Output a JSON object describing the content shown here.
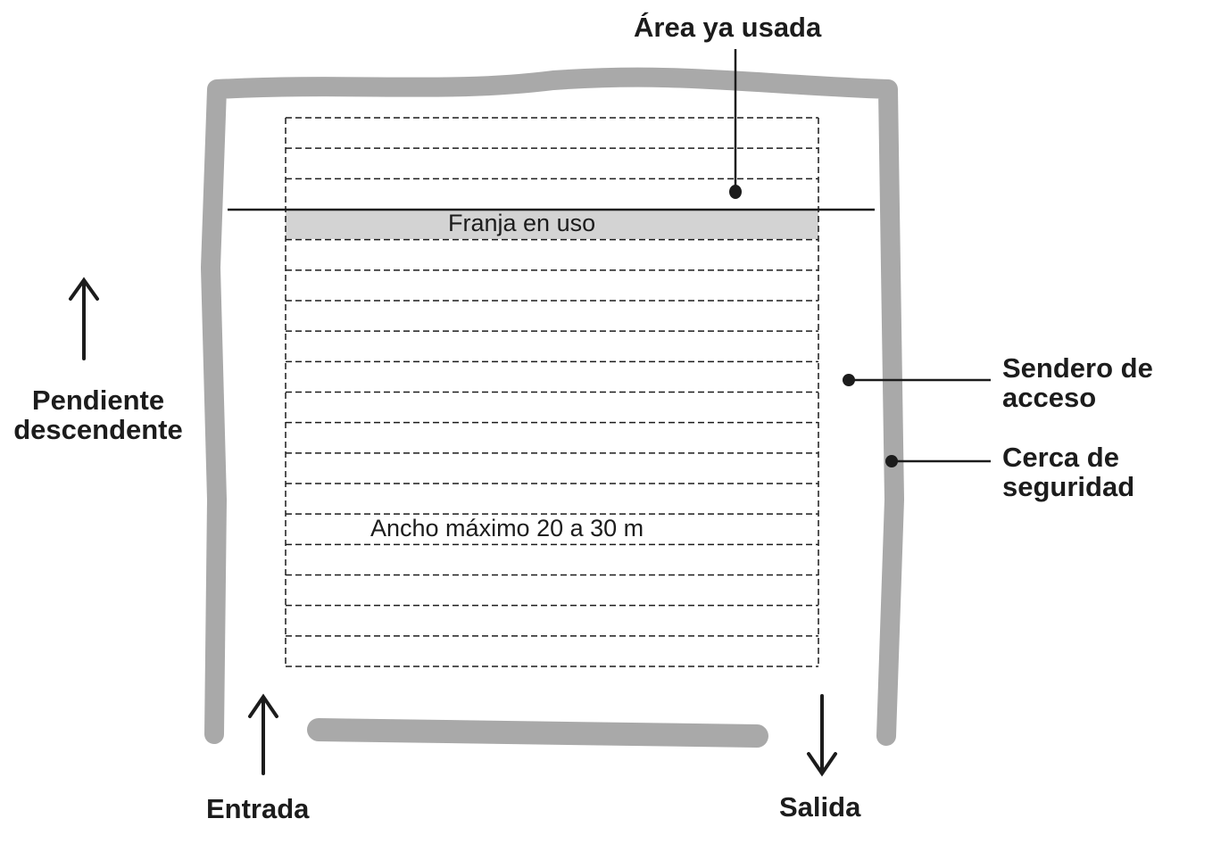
{
  "labels": {
    "area_used": "Área ya usada",
    "strip_in_use": "Franja en uso",
    "max_width": "Ancho máximo 20 a 30 m",
    "slope_line1": "Pendiente",
    "slope_line2": "descendente",
    "path_line1": "Sendero de",
    "path_line2": "acceso",
    "fence_line1": "Cerca de",
    "fence_line2": "seguridad",
    "entrance": "Entrada",
    "exit": "Salida"
  },
  "colors": {
    "fence": "#a9a9a9",
    "strip": "#d3d3d3",
    "ink": "#1c1c1c"
  },
  "strip_count": 18
}
